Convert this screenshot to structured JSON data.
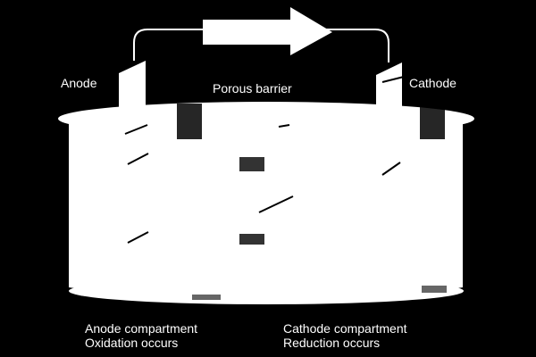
{
  "labels": {
    "anode": "Anode",
    "cathode": "Cathode",
    "porous_barrier": "Porous barrier",
    "anode_compartment": "Anode compartment",
    "anode_process": "Oxidation occurs",
    "cathode_compartment": "Cathode compartment",
    "cathode_process": "Reduction occurs"
  },
  "colors": {
    "background": "#000000",
    "foreground": "#ffffff"
  },
  "icons": {
    "flow": "electron-flow-arrow-icon"
  }
}
